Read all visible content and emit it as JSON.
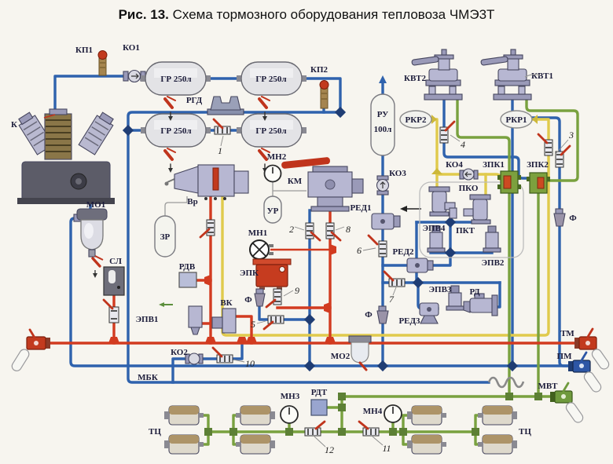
{
  "title": {
    "prefix": "Рис. 13.",
    "text": " Схема тормозного оборудования тепловоза ЧМЭ3Т"
  },
  "colors": {
    "blue": "#2f62ad",
    "red": "#d23b20",
    "yellow": "#e0ca4c",
    "green": "#79a13f"
  },
  "labels": {
    "k": "К",
    "kp1": "КП1",
    "ko1": "КО1",
    "gr1": "ГР 250л",
    "gr2": "ГР 250л",
    "kp2": "КП2",
    "rgd": "РГД",
    "gr3": "ГР 250л",
    "gr4": "ГР 250л",
    "n1": "1",
    "mo1": "МО1",
    "sl": "СЛ",
    "zr": "ЗР",
    "vr": "Вр",
    "rdv": "РДВ",
    "epv1": "ЭПВ1",
    "vk": "ВК",
    "mn2": "МН2",
    "km": "КМ",
    "ur": "УР",
    "mn1": "МН1",
    "epk": "ЭПК",
    "f1": "Ф",
    "f2": "Ф",
    "f3": "Ф",
    "n2": "2",
    "n8": "8",
    "n9": "9",
    "n5": "5",
    "n6": "6",
    "n7": "7",
    "ru1": "РУ",
    "ru2": "100л",
    "ko3": "КО3",
    "ko4": "КО4",
    "red1": "РЕД1",
    "red2": "РЕД2",
    "red3": "РЕД3",
    "epv3": "ЭПВ3",
    "rd": "РД",
    "kvt2": "КВТ2",
    "kvt1": "КВТ1",
    "rkr2": "РКР2",
    "rkr1": "РКР1",
    "n4": "4",
    "n3": "3",
    "zpk1": "ЗПК1",
    "zpk2": "ЗПК2",
    "pko": "ПКО",
    "epv4": "ЭПВ4",
    "pkt": "ПКТ",
    "epv2": "ЭПВ2",
    "ko2": "КО2",
    "n10": "10",
    "mo2": "МО2",
    "mbk": "МБК",
    "tm": "ТМ",
    "pm": "ПМ",
    "mvt": "МВТ",
    "mn3": "МН3",
    "rdt": "РДТ",
    "n12": "12",
    "mn4": "МН4",
    "n11": "11",
    "tc_left": "ТЦ",
    "tc_right": "ТЦ"
  }
}
